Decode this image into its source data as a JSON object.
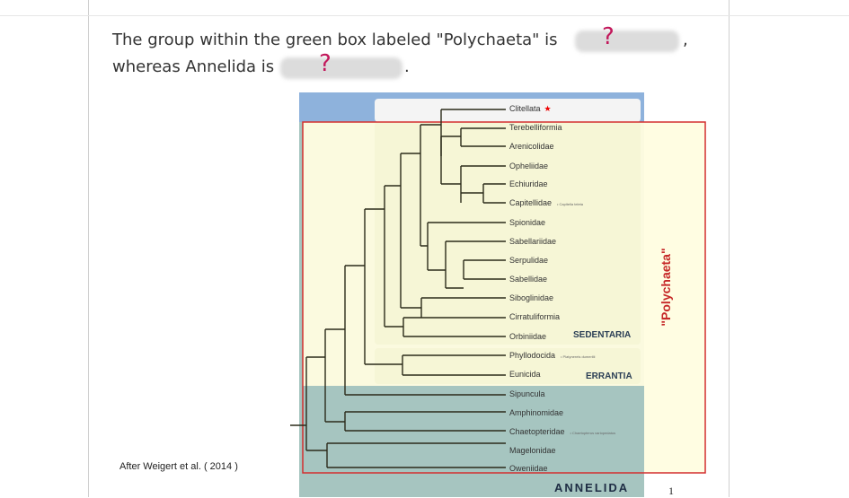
{
  "question": {
    "line1": "The group within the green box labeled \"Polychaeta\" is",
    "line1_end": ",",
    "line2": "whereas Annelida is",
    "line2_end": ".",
    "mark": "?",
    "mark2": "?"
  },
  "credit": "After Weigert et al. ( 2014 )",
  "page_number": "1",
  "figure": {
    "taxa": {
      "t0": "Clitellata",
      "t0_mark": "★",
      "t1": "Terebelliformia",
      "t2": "Arenicolidae",
      "t3": "Opheliidae",
      "t4": "Echiuridae",
      "t5": "Capitellidae",
      "t5_note": "• Capitella teleta",
      "t6": "Spionidae",
      "t7": "Sabellariidae",
      "t8": "Serpulidae",
      "t9": "Sabellidae",
      "t10": "Siboglinidae",
      "t11": "Cirratuliformia",
      "t12": "Orbiniidae",
      "t13": "Phyllodocida",
      "t13_note": "• Platynereis dumerilii",
      "t14": "Eunicida",
      "t15": "Sipuncula",
      "t16": "Amphinomidae",
      "t17": "Chaetopteridae",
      "t17_note": "• Chaetopterus variopedatus",
      "t18": "Magelonidae",
      "t19": "Oweniidae"
    },
    "groups": {
      "sedentaria": "SEDENTARIA",
      "errantia": "ERRANTIA",
      "polychaeta": "\"Polychaeta\"",
      "annelida": "ANNELIDA"
    },
    "colors": {
      "annelida_bg": "#a6c5c0",
      "header_blue": "#8eb2dc",
      "clade_box": "#f6f6d6",
      "polychaeta_box": "#fffde0",
      "outline_red": "#d32f2f"
    }
  }
}
